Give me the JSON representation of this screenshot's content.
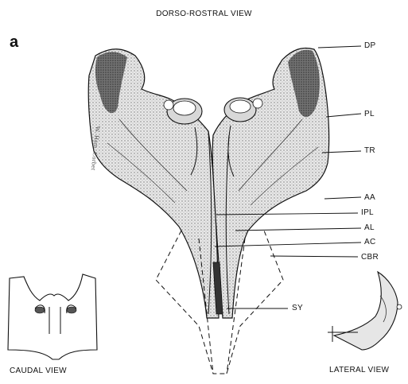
{
  "title": "DORSO-ROSTRAL VIEW",
  "panel_letter": "a",
  "captions": {
    "caudal": "CAUDAL VIEW",
    "lateral": "LATERAL VIEW"
  },
  "labels": {
    "dp": "DP",
    "pl": "PL",
    "tr": "TR",
    "aa": "AA",
    "ipl": "IPL",
    "al": "AL",
    "ac": "AC",
    "cbr": "CBR",
    "sy": "SY"
  },
  "signature": "W. Ham. Corbet",
  "colors": {
    "ink": "#111111",
    "shade_dark": "#3a3a3a",
    "shade_light": "#bdbdbd",
    "background": "#ffffff"
  }
}
